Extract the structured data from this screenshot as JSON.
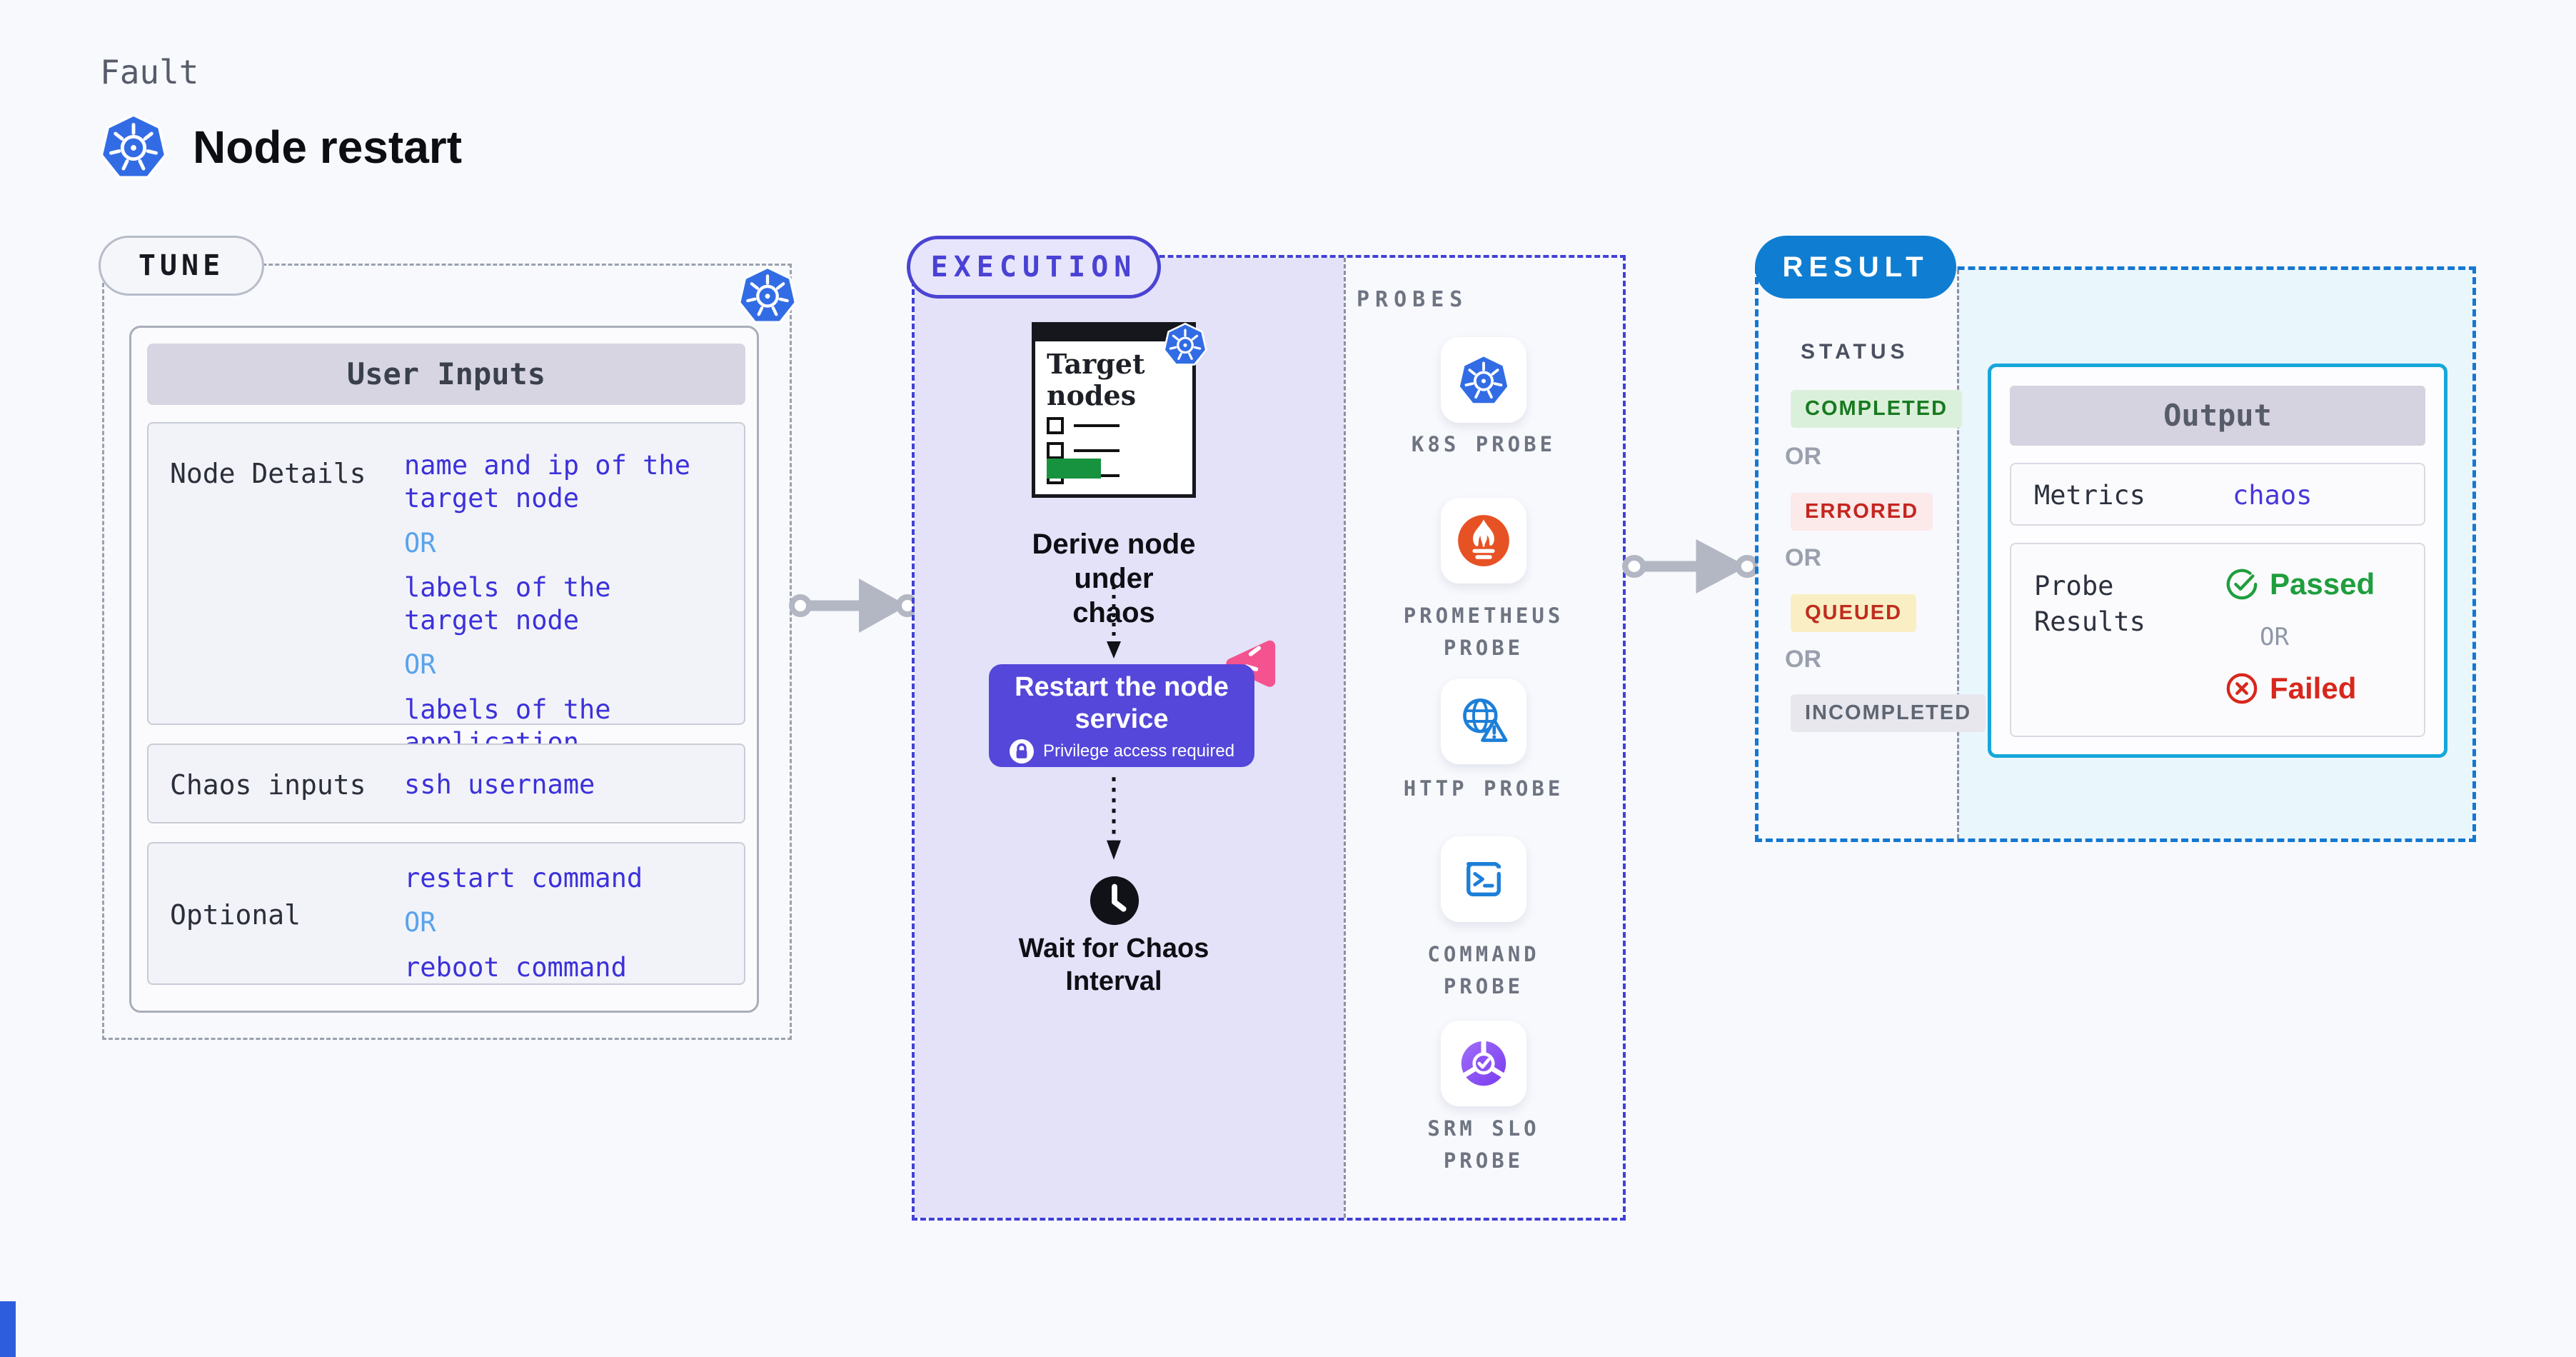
{
  "header": {
    "eyebrow": "Fault",
    "title": "Node restart"
  },
  "tune": {
    "badge": "TUNE",
    "card_title": "User Inputs",
    "node_details": {
      "label": "Node Details",
      "value1": "name and ip of the\ntarget node",
      "or1": "OR",
      "value2": "labels of the\ntarget node",
      "or2": "OR",
      "value3": "labels of the application\nscheduled on target node"
    },
    "chaos_inputs": {
      "label": "Chaos inputs",
      "value": "ssh username"
    },
    "optional": {
      "label": "Optional",
      "value1": "restart command",
      "or": "OR",
      "value2": "reboot command"
    }
  },
  "execution": {
    "badge": "EXECUTION",
    "target_card_title": "Target\nnodes",
    "derive_step": "Derive node under\nchaos",
    "restart_step": "Restart the node\nservice",
    "restart_note": "Privilege access required",
    "wait_step": "Wait for Chaos\nInterval",
    "probes": {
      "heading": "PROBES",
      "items": [
        {
          "icon": "kubernetes-icon",
          "label": "K8S PROBE"
        },
        {
          "icon": "prometheus-icon",
          "label": "PROMETHEUS\nPROBE"
        },
        {
          "icon": "http-globe-icon",
          "label": "HTTP PROBE"
        },
        {
          "icon": "terminal-icon",
          "label": "COMMAND\nPROBE"
        },
        {
          "icon": "srm-slo-icon",
          "label": "SRM SLO\nPROBE"
        }
      ]
    }
  },
  "result": {
    "badge": "RESULT",
    "status_heading": "STATUS",
    "statuses": [
      {
        "label": "COMPLETED",
        "bg": "#dbf0db",
        "color": "#187a20"
      },
      {
        "label": "ERRORED",
        "bg": "#fce9e9",
        "color": "#c4251f"
      },
      {
        "label": "QUEUED",
        "bg": "#faefc4",
        "color": "#bf2d1f"
      },
      {
        "label": "INCOMPLETED",
        "bg": "#e7e7ed",
        "color": "#5f6673"
      }
    ],
    "or": "OR",
    "output": {
      "title": "Output",
      "metrics_label": "Metrics",
      "metrics_value": "chaos metrics",
      "probe_results_label": "Probe\nResults",
      "passed": "Passed",
      "or": "OR",
      "failed": "Failed"
    }
  },
  "colors": {
    "kubernetes_blue": "#326ce5",
    "prometheus_orange": "#e75225",
    "execution_indigo": "#4241d6",
    "execution_fill": "#e4e2f9",
    "restart_card": "#5447da",
    "result_blue": "#1478d2",
    "result_fill": "#e9f6fc",
    "value_blue": "#3c31da",
    "or_light_blue": "#58a3ed",
    "passed_green": "#1f9e3d",
    "failed_red": "#d8271c",
    "chaos_pink": "#f4538f"
  }
}
